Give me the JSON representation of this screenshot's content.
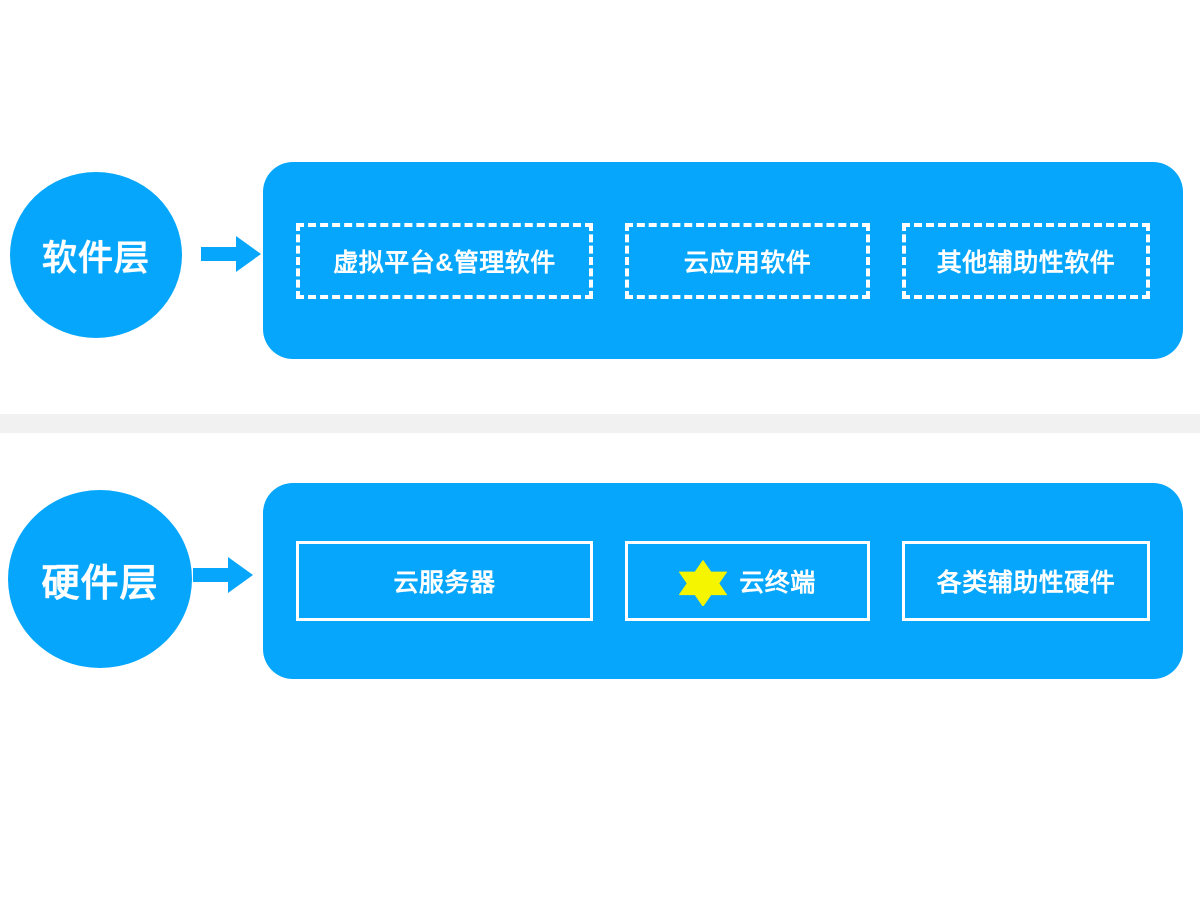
{
  "theme": {
    "accent_blue": "#05A6FB",
    "panel_blue": "#05A6FB",
    "box_border": "#FFFFFF",
    "text_on_blue": "#FFFFFF",
    "divider_gray": "#F1F1F1",
    "star_yellow": "#F5F500",
    "page_background": "#FFFFFF"
  },
  "diagram": {
    "type": "layered-architecture",
    "layers": [
      {
        "id": "software",
        "circle_label": "软件层",
        "arrow": "right-arrow-icon",
        "box_style": "dashed",
        "items": [
          {
            "label": "虚拟平台&管理软件",
            "icon": null
          },
          {
            "label": "云应用软件",
            "icon": null
          },
          {
            "label": "其他辅助性软件",
            "icon": null
          }
        ]
      },
      {
        "id": "hardware",
        "circle_label": "硬件层",
        "arrow": "right-arrow-icon",
        "box_style": "solid",
        "items": [
          {
            "label": "云服务器",
            "icon": null
          },
          {
            "label": "云终端",
            "icon": "six-pointed-star-icon"
          },
          {
            "label": "各类辅助性硬件",
            "icon": null
          }
        ]
      }
    ]
  }
}
